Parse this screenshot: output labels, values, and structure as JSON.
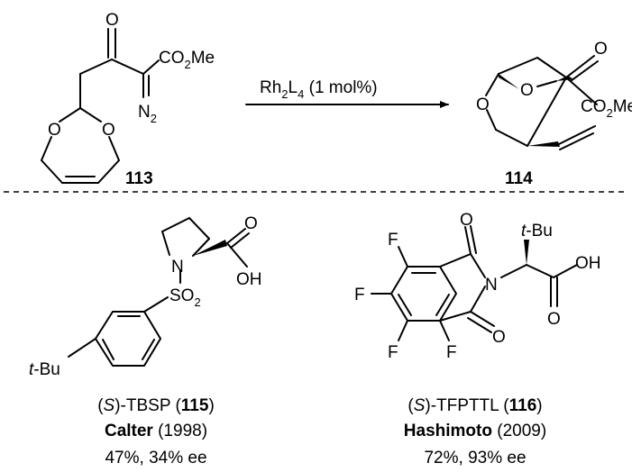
{
  "reaction": {
    "reactant": {
      "number": "113",
      "atoms": {
        "o_keto": "O",
        "co2me": "CO",
        "co2me_sub": "2",
        "co2me_tail": "Me",
        "diazo": "N",
        "diazo_sub": "2",
        "o_left": "O",
        "o_right": "O"
      }
    },
    "reagent": {
      "main": "Rh",
      "sub1": "2",
      "mid": "L",
      "sub2": "4",
      "tail": " (1 mol%)"
    },
    "product": {
      "number": "114",
      "atoms": {
        "o_keto": "O",
        "o_bridge": "O",
        "co2me": "CO",
        "co2me_sub": "2",
        "co2me_tail": "Me",
        "o_ring": "O"
      }
    }
  },
  "catalysts": [
    {
      "atoms": {
        "n": "N",
        "so2": "SO",
        "so2_sub": "2",
        "o_carbonyl": "O",
        "oh": "OH",
        "tbu_italic": "t",
        "tbu_rest": "-Bu"
      },
      "caption_prefix": "(",
      "caption_stereo": "S",
      "caption_name": ")-TBSP (",
      "caption_number": "115",
      "caption_close": ")",
      "author": "Calter",
      "year": " (1998)",
      "result": "47%, 34% ee"
    },
    {
      "atoms": {
        "tbu_italic": "t",
        "tbu_rest": "-Bu",
        "n": "N",
        "o_top": "O",
        "o_bottom": "O",
        "oh": "OH",
        "o_acid": "O",
        "f1": "F",
        "f2": "F",
        "f3": "F",
        "f4": "F"
      },
      "caption_prefix": "(",
      "caption_stereo": "S",
      "caption_name": ")-TFPTTL (",
      "caption_number": "116",
      "caption_close": ")",
      "author": "Hashimoto",
      "year": " (2009)",
      "result": "72%, 93% ee"
    }
  ]
}
